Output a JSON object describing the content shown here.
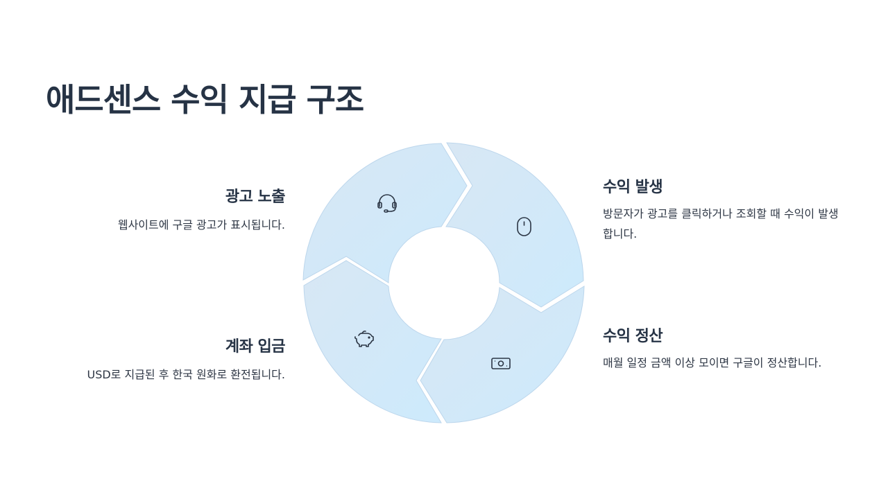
{
  "title": "애드센스 수익 지급 구조",
  "steps": {
    "exposure": {
      "heading": "광고 노출",
      "desc": "웹사이트에 구글 광고가 표시됩니다.",
      "icon": "headset-icon"
    },
    "click": {
      "heading": "수익 발생",
      "desc": "방문자가 광고를 클릭하거나 조회할 때 수익이 발생합니다.",
      "icon": "mouse-icon"
    },
    "settle": {
      "heading": "수익 정산",
      "desc": "매월 일정 금액 이상 모이면 구글이 정산합니다.",
      "icon": "banknote-icon"
    },
    "deposit": {
      "heading": "계좌 입금",
      "desc": "USD로 지급된 후 한국 원화로 환전됩니다.",
      "icon": "piggy-bank-icon"
    }
  },
  "colors": {
    "segment_fill_light": "#d5e6f5",
    "segment_fill_dark": "#cfe9fb",
    "segment_stroke": "#b7d3ea",
    "text_dark": "#263345",
    "icon_stroke": "#2b3544"
  }
}
